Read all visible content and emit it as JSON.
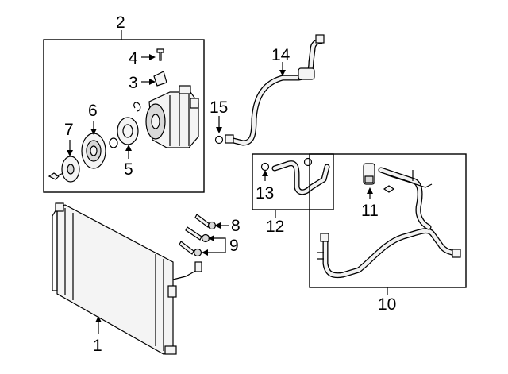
{
  "callouts": {
    "c1": "1",
    "c2": "2",
    "c3": "3",
    "c4": "4",
    "c5": "5",
    "c6": "6",
    "c7": "7",
    "c8": "8",
    "c9": "9",
    "c10": "10",
    "c11": "11",
    "c12": "12",
    "c13": "13",
    "c14": "14",
    "c15": "15"
  },
  "colors": {
    "ink": "#000000",
    "part_fill": "#f4f4f4",
    "background": "#ffffff"
  }
}
